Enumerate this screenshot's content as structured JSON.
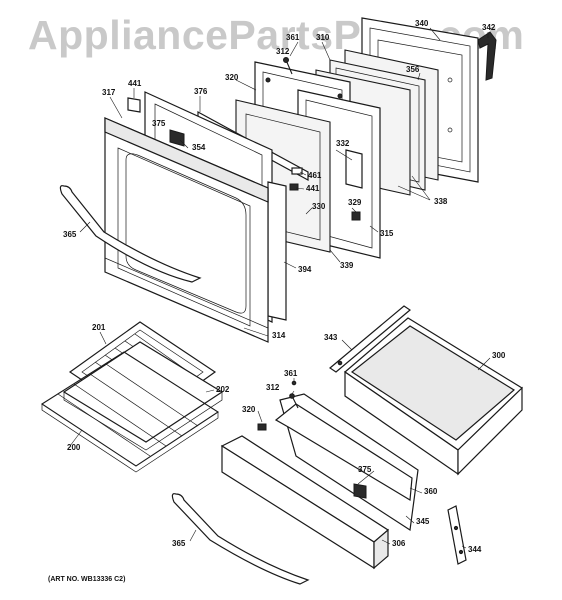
{
  "watermark": "AppliancePartsPros.com",
  "art_number": "(ART NO. WB13336 C2)",
  "labels": {
    "l340": "340",
    "l342": "342",
    "l361a": "361",
    "l310": "310",
    "l312a": "312",
    "l356": "356",
    "l441a": "441",
    "l317": "317",
    "l376": "376",
    "l320a": "320",
    "l375a": "375",
    "l354": "354",
    "l332": "332",
    "l461": "461",
    "l441b": "441",
    "l338": "338",
    "l329": "329",
    "l330": "330",
    "l315": "315",
    "l365a": "365",
    "l339": "339",
    "l394": "394",
    "l314": "314",
    "l343": "343",
    "l300": "300",
    "l201": "201",
    "l202": "202",
    "l361b": "361",
    "l312b": "312",
    "l320b": "320",
    "l200": "200",
    "l375b": "375",
    "l360": "360",
    "l345": "345",
    "l306": "306",
    "l365b": "365",
    "l344": "344"
  }
}
